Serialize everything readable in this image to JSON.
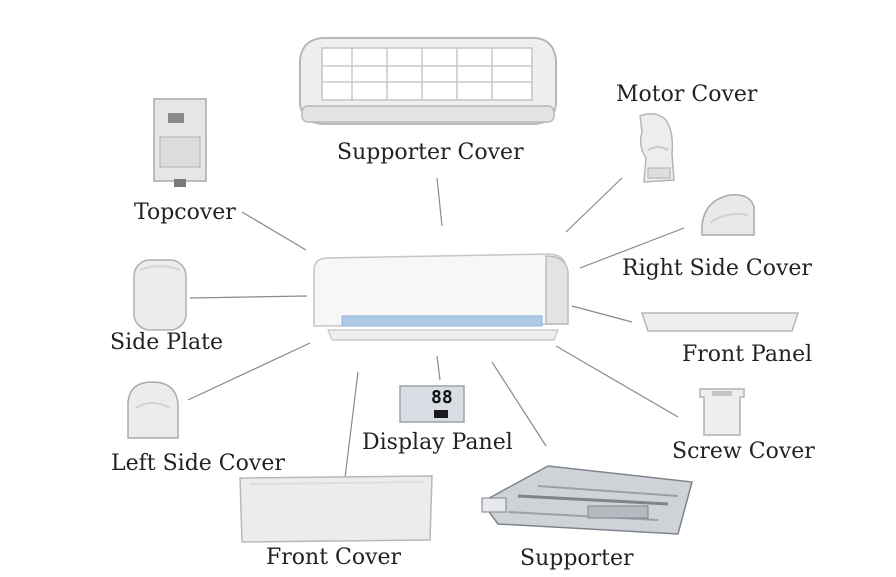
{
  "diagram": {
    "labels": {
      "supporter_cover": "Supporter Cover",
      "motor_cover": "Motor Cover",
      "topcover": "Topcover",
      "right_side_cover": "Right Side Cover",
      "side_plate": "Side Plate",
      "front_panel": "Front Panel",
      "left_side_cover": "Left Side Cover",
      "display_panel": "Display Panel",
      "screw_cover": "Screw Cover",
      "front_cover": "Front Cover",
      "supporter": "Supporter"
    },
    "display_digits": "88",
    "colors": {
      "leader_line": "#8a8a8a",
      "part_fill": "#eeeeee",
      "part_stroke": "#b5b5b5",
      "vent_blue": "#aecbe6",
      "screen": "#d7dde2",
      "supporter_dark": "#7e848c"
    }
  }
}
